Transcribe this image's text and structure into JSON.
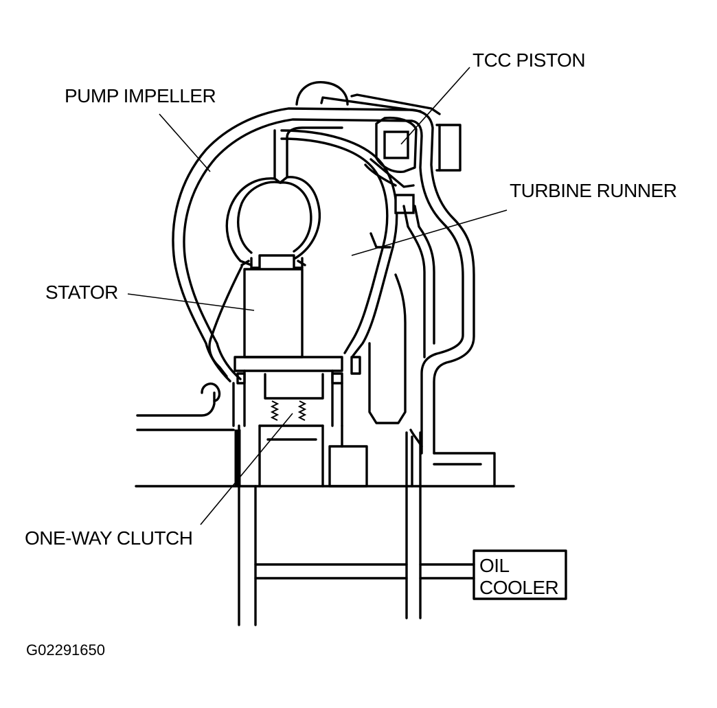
{
  "labels": {
    "tcc_piston": "TCC PISTON",
    "pump_impeller": "PUMP IMPELLER",
    "turbine_runner": "TURBINE RUNNER",
    "stator": "STATOR",
    "one_way_clutch": "ONE-WAY CLUTCH",
    "oil_cooler_line1": "OIL",
    "oil_cooler_line2": "COOLER",
    "figure_code": "G02291650"
  }
}
